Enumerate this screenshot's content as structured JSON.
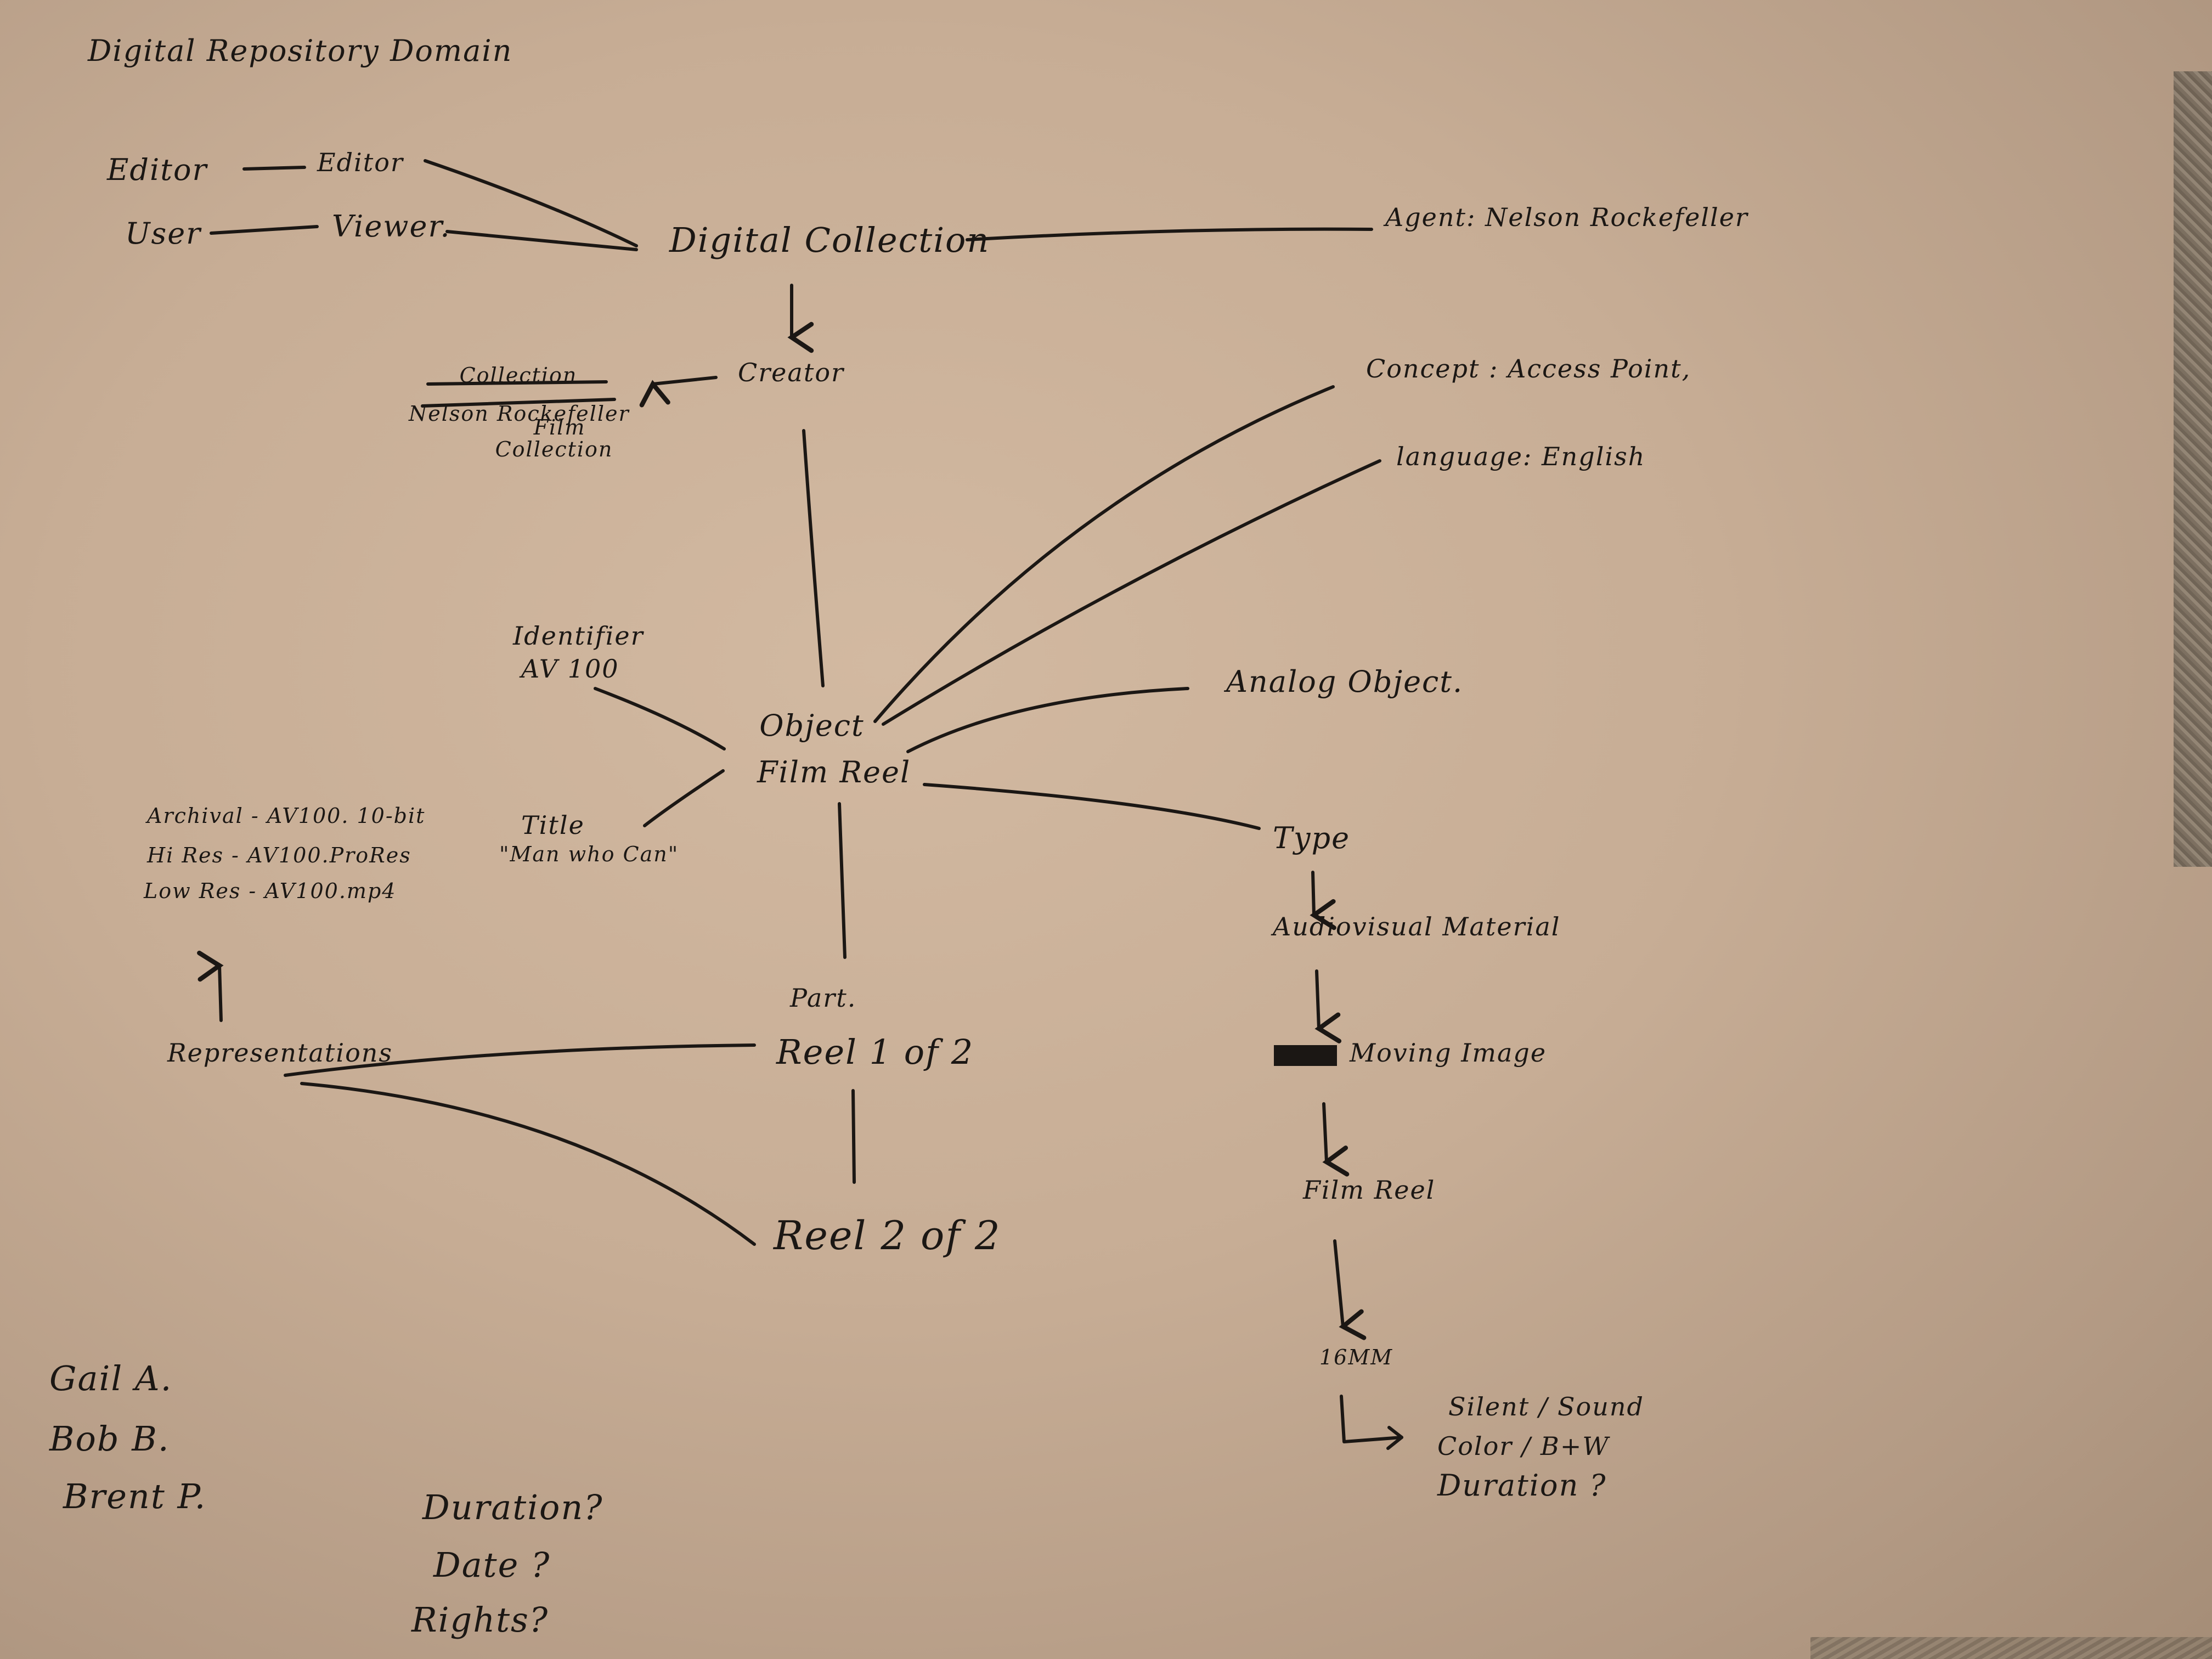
{
  "title": "Digital Repository Domain",
  "roles": {
    "editor_left": "Editor",
    "editor_right": "Editor",
    "user": "User",
    "viewer": "Viewer."
  },
  "digital_collection": "Digital Collection",
  "agent": "Agent: Nelson Rockefeller",
  "creator": "Creator",
  "collection": {
    "heading": "Collection",
    "name_line1": "Nelson Rockefeller",
    "name_line2": "Film",
    "name_line3": "Collection"
  },
  "concept": "Concept : Access Point,",
  "language": "language: English",
  "identifier": {
    "label": "Identifier",
    "value": "AV 100"
  },
  "object": {
    "label": "Object",
    "value": "Film Reel"
  },
  "analog_object": "Analog Object.",
  "title_node": {
    "label": "Title",
    "value": "\"Man who Can\""
  },
  "type": "Type",
  "type_chain": [
    "Audiovisual Material",
    "Moving Image",
    "Film Reel",
    "16MM"
  ],
  "film_attributes": [
    "Silent / Sound",
    "Color / B+W",
    "Duration ?"
  ],
  "representation_files": [
    "Archival - AV100. 10-bit",
    "Hi Res - AV100.ProRes",
    "Low Res - AV100.mp4"
  ],
  "representations": "Representations",
  "part": {
    "label": "Part.",
    "reel1": "Reel 1 of 2",
    "reel2": "Reel 2 of 2"
  },
  "authors": [
    "Gail A.",
    "Bob B.",
    "Brent P."
  ],
  "open_questions": [
    "Duration?",
    "Date ?",
    "Rights?"
  ]
}
